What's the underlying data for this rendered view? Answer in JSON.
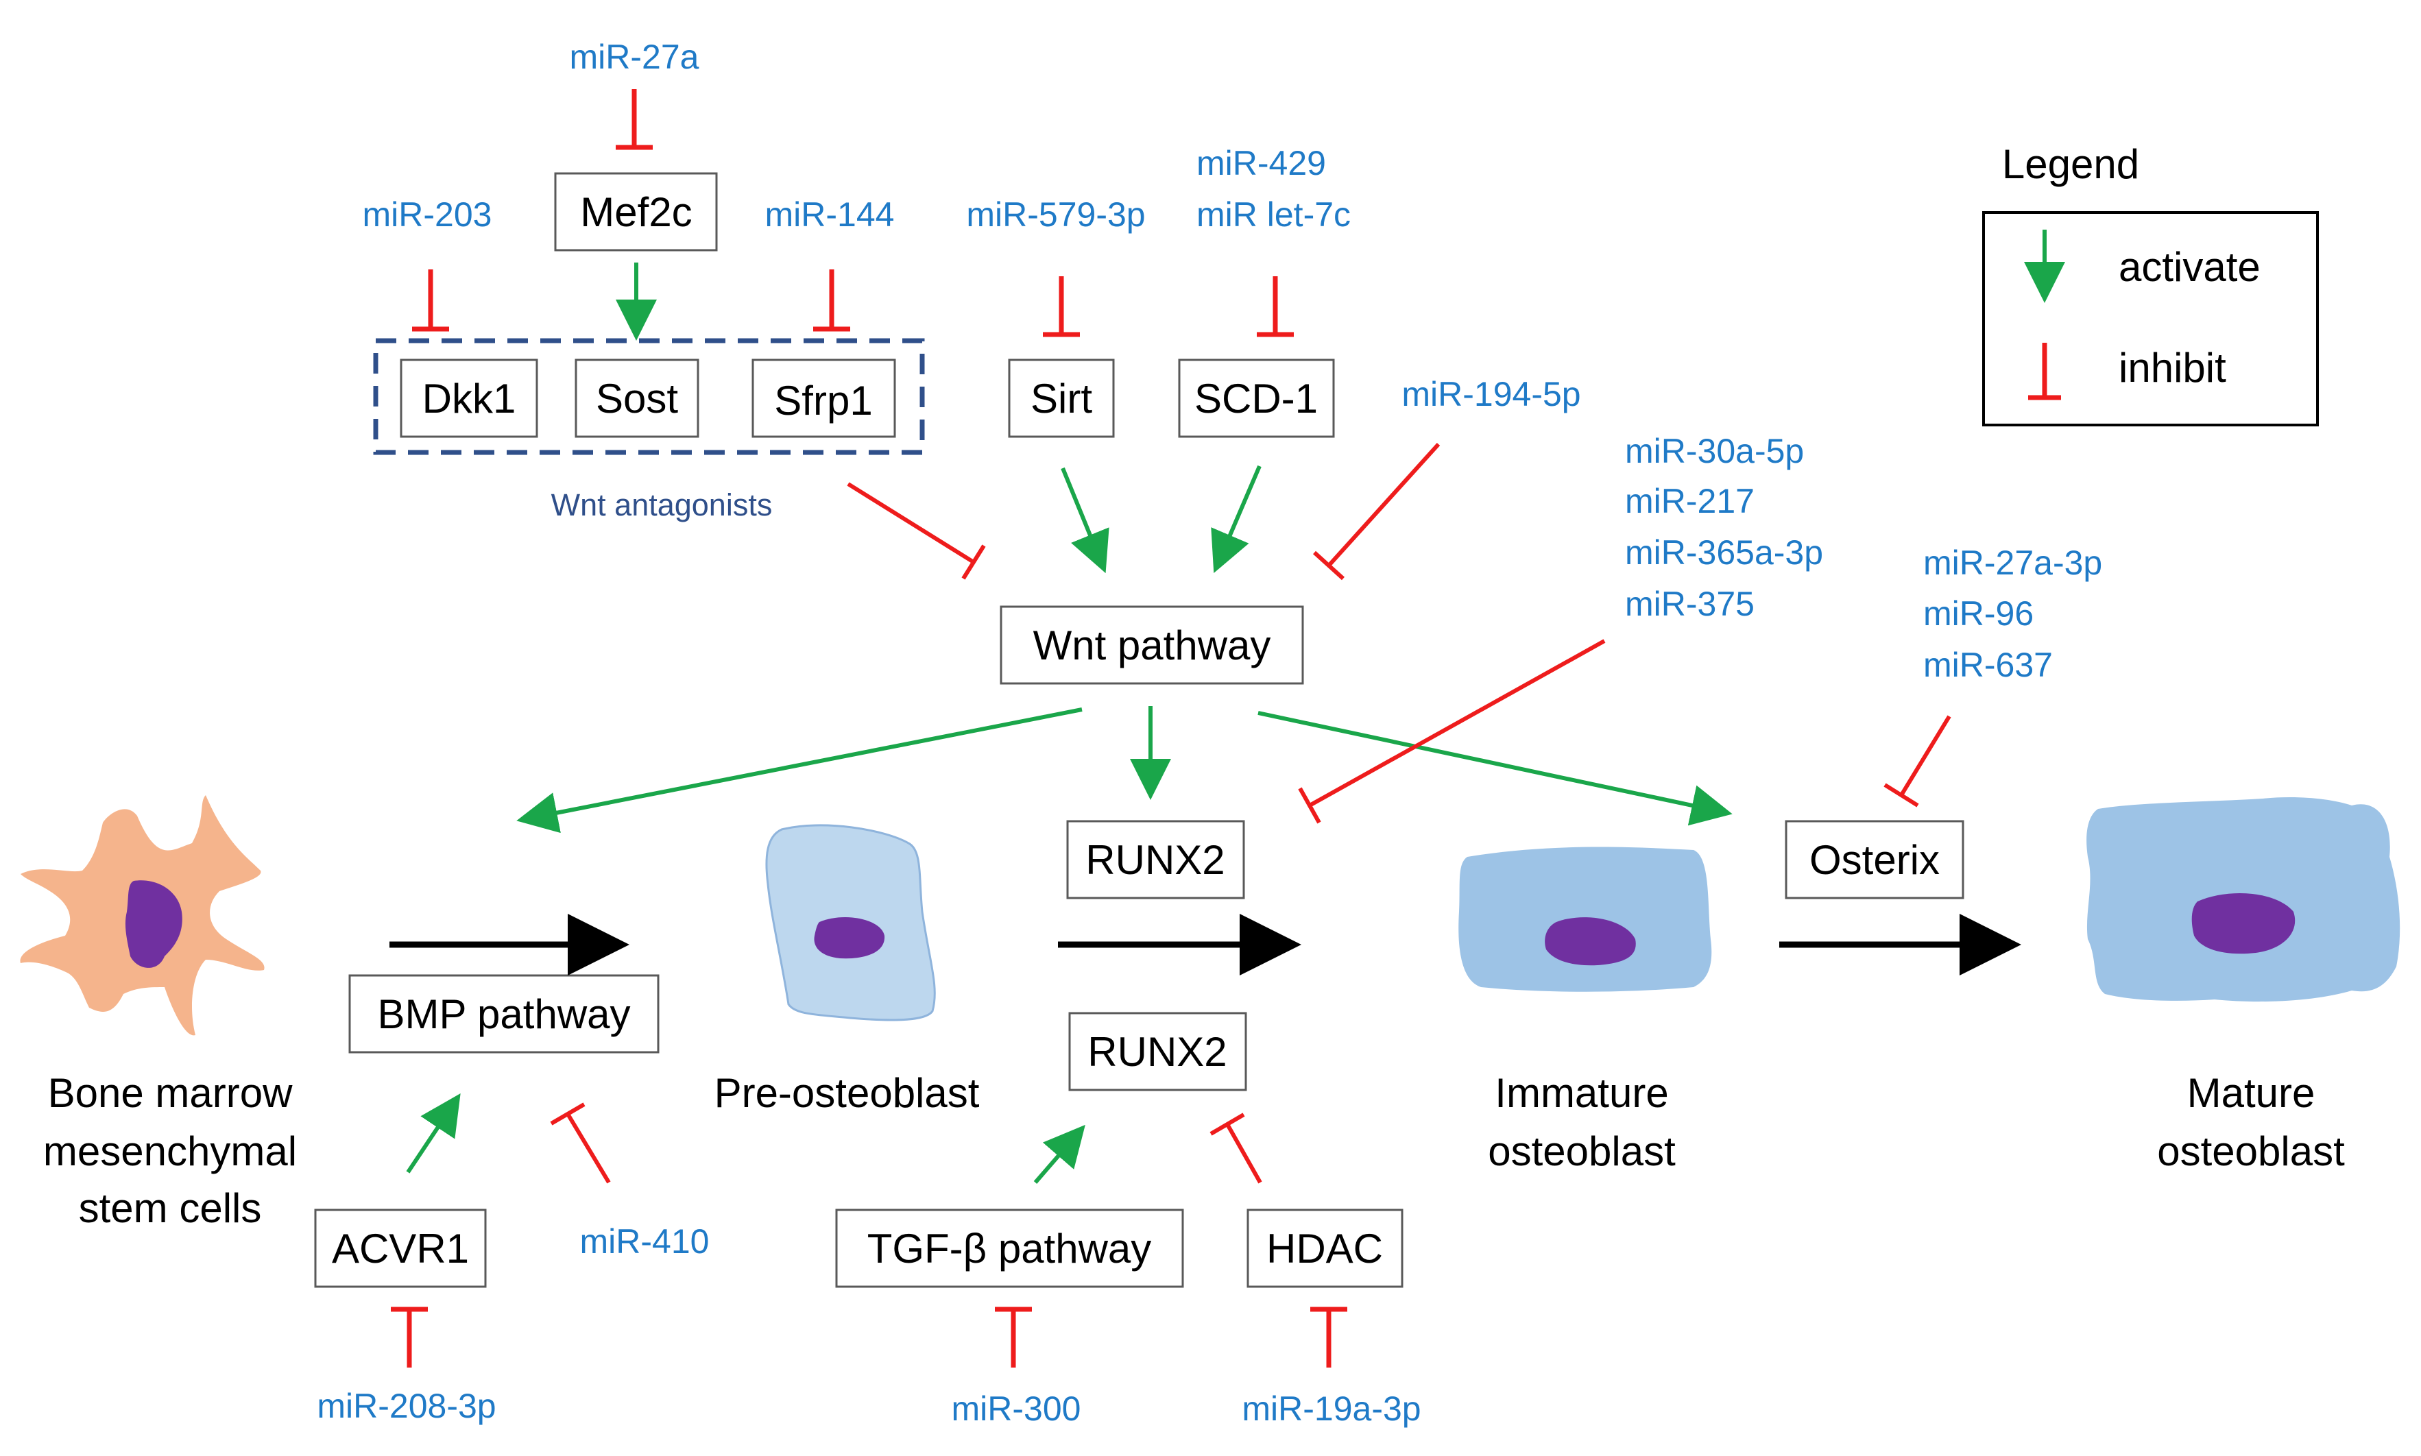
{
  "colors": {
    "activate": "#1aa64a",
    "inhibit": "#ee1c1c",
    "progression": "#000000",
    "mirna_text": "#1f7ac7",
    "antagonist_group_border": "#2f4f8a"
  },
  "boxes": {
    "mef2c": "Mef2c",
    "dkk1": "Dkk1",
    "sost": "Sost",
    "sfrp1": "Sfrp1",
    "sirt": "Sirt",
    "scd1": "SCD-1",
    "wnt": "Wnt pathway",
    "runx2_top": "RUNX2",
    "runx2_bottom": "RUNX2",
    "osterix": "Osterix",
    "bmp": "BMP pathway",
    "acvr1": "ACVR1",
    "tgfb": "TGF-β pathway",
    "hdac": "HDAC"
  },
  "mirnas": {
    "mir27a": "miR-27a",
    "mir203": "miR-203",
    "mir144": "miR-144",
    "mir579": "miR-579-3p",
    "mir429_lines": [
      "miR-429",
      "miR let-7c"
    ],
    "mir194": "miR-194-5p",
    "mir_group_lines": [
      "miR-30a-5p",
      "miR-217",
      "miR-365a-3p",
      "miR-375"
    ],
    "mir27a3p_lines": [
      "miR-27a-3p",
      "miR-96",
      "miR-637"
    ],
    "mir410": "miR-410",
    "mir208": "miR-208-3p",
    "mir300": "miR-300",
    "mir19a": "miR-19a-3p"
  },
  "captions": {
    "wnt_antagonists": "Wnt antagonists"
  },
  "cells": {
    "bmsc_lines": [
      "Bone marrow",
      "mesenchymal",
      "stem cells"
    ],
    "pre_osteoblast": "Pre-osteoblast",
    "immature_lines": [
      "Immature",
      "osteoblast"
    ],
    "mature_lines": [
      "Mature",
      "osteoblast"
    ]
  },
  "legend": {
    "title": "Legend",
    "activate": "activate",
    "inhibit": "inhibit"
  }
}
